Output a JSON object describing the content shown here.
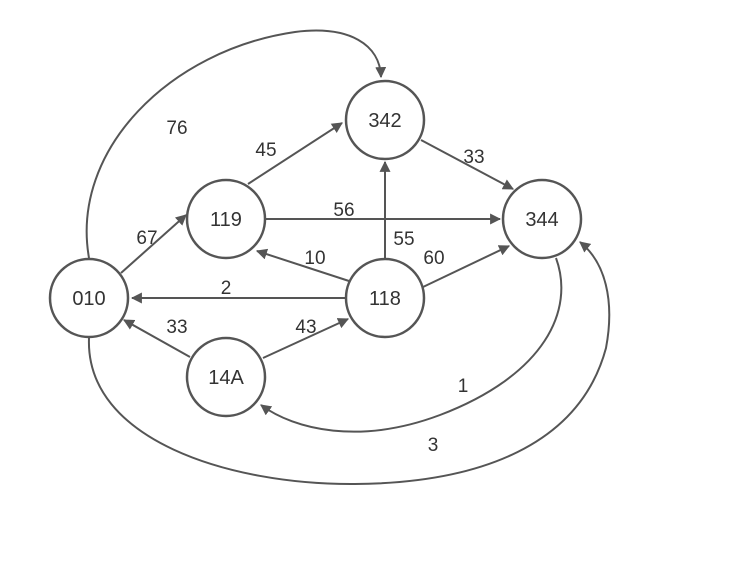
{
  "colors": {
    "stroke": "#555555",
    "text": "#333333",
    "background": "#ffffff"
  },
  "nodes": [
    {
      "id": "n010",
      "label": "010"
    },
    {
      "id": "n119",
      "label": "119"
    },
    {
      "id": "n342",
      "label": "342"
    },
    {
      "id": "n344",
      "label": "344"
    },
    {
      "id": "n118",
      "label": "118"
    },
    {
      "id": "n14A",
      "label": "14A"
    }
  ],
  "edges": [
    {
      "id": "e010-342",
      "from": "010",
      "to": "342",
      "label": "76"
    },
    {
      "id": "e119-342",
      "from": "119",
      "to": "342",
      "label": "45"
    },
    {
      "id": "e342-344",
      "from": "342",
      "to": "344",
      "label": "33"
    },
    {
      "id": "e119-344",
      "from": "119",
      "to": "344",
      "label": "56"
    },
    {
      "id": "e010-119",
      "from": "010",
      "to": "119",
      "label": "67"
    },
    {
      "id": "e118-342",
      "from": "118",
      "to": "342",
      "label": "55"
    },
    {
      "id": "e118-119",
      "from": "118",
      "to": "119",
      "label": "10"
    },
    {
      "id": "e118-344",
      "from": "118",
      "to": "344",
      "label": "60"
    },
    {
      "id": "e118-010",
      "from": "118",
      "to": "010",
      "label": "2"
    },
    {
      "id": "e14A-010",
      "from": "14A",
      "to": "010",
      "label": "33"
    },
    {
      "id": "e14A-118",
      "from": "14A",
      "to": "118",
      "label": "43"
    },
    {
      "id": "e344-14A",
      "from": "344",
      "to": "14A",
      "label": "1"
    },
    {
      "id": "e010-344",
      "from": "010",
      "to": "344",
      "label": "3"
    }
  ]
}
